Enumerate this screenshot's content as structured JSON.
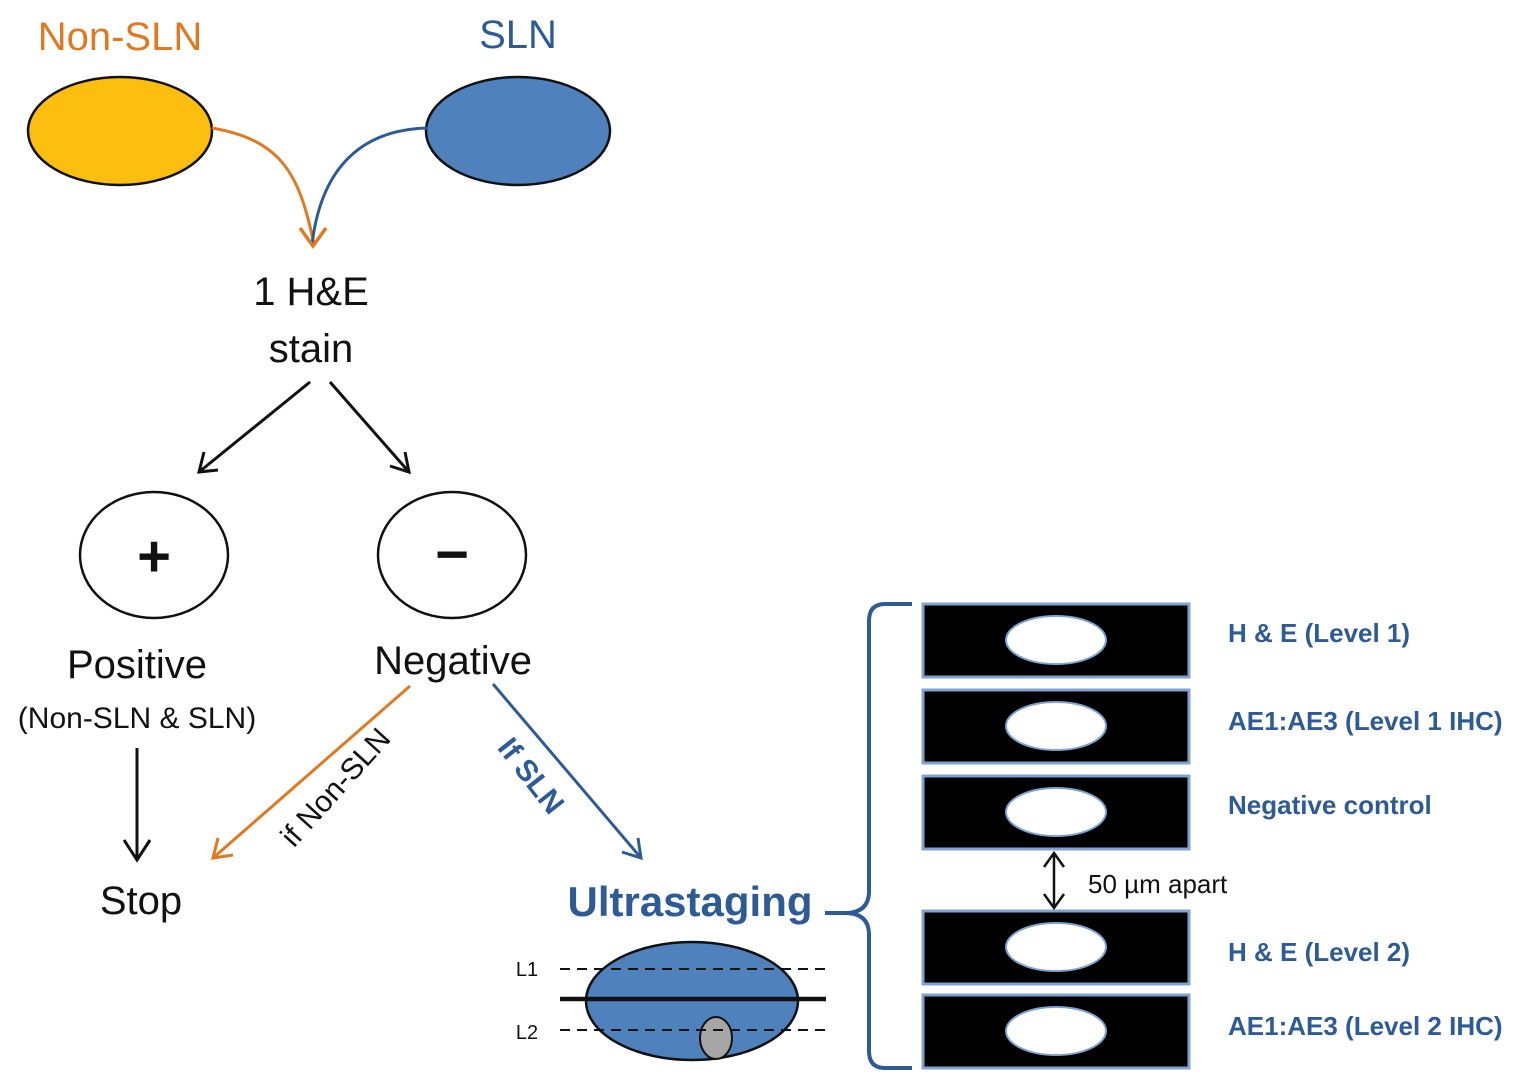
{
  "sources": {
    "non_sln_label": "Non-SLN",
    "sln_label": "SLN"
  },
  "stain": {
    "line1": "1 H&E",
    "line2": "stain"
  },
  "results": {
    "positive_symbol": "+",
    "negative_symbol": "−",
    "positive_label": "Positive",
    "positive_sublabel": "(Non-SLN & SLN)",
    "negative_label": "Negative",
    "stop_label": "Stop"
  },
  "branches": {
    "if_non_sln": "if Non-SLN",
    "if_sln": "If SLN"
  },
  "ultrastaging": {
    "title": "Ultrastaging",
    "level_markers": [
      "L1",
      "L2"
    ],
    "spacing_note": "50 µm apart"
  },
  "slides": [
    "H & E (Level 1)",
    "AE1:AE3 (Level 1 IHC)",
    "Negative control",
    "H & E (Level 2)",
    "AE1:AE3 (Level 2 IHC)"
  ],
  "colors": {
    "orange": "#E07A22",
    "yellow_fill": "#FDBF0F",
    "blue": "#2E5B96",
    "blue_fill": "#4F81BD",
    "slide_black": "#000000",
    "slide_border": "#7FA3D0",
    "tumor_grey": "#A6A6A6"
  }
}
